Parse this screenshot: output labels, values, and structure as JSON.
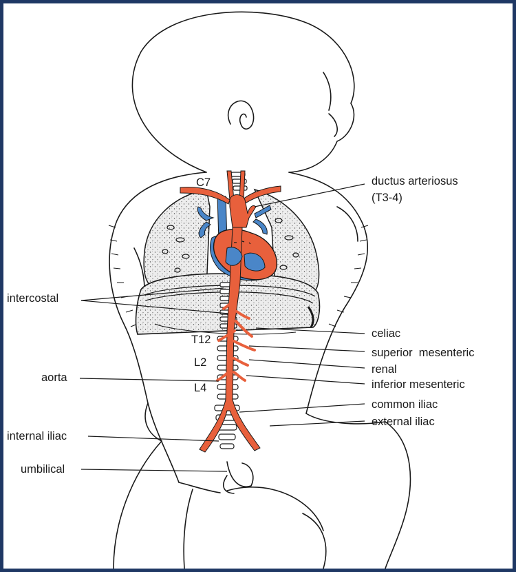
{
  "colors": {
    "frame": "#1f3864",
    "arterial": "#e8603c",
    "venous": "#4a86c8",
    "lung_stipple": "#e6e6e6",
    "ink": "#1a1a1a"
  },
  "vertebra_labels": {
    "c7": "C7",
    "t12": "T12",
    "l2": "L2",
    "l4": "L4"
  },
  "labels_right": {
    "ductus_line1": "ductus arteriosus",
    "ductus_line2": "(T3-4)",
    "celiac": "celiac",
    "superior_mesenteric": "superior  mesenteric",
    "renal": "renal",
    "inferior_mesenteric": "inferior mesenteric",
    "common_iliac": "common iliac",
    "external_iliac": "external iliac"
  },
  "labels_left": {
    "intercostal": "intercostal",
    "aorta": "aorta",
    "internal_iliac": "internal iliac",
    "umbilical": "umbilical"
  }
}
